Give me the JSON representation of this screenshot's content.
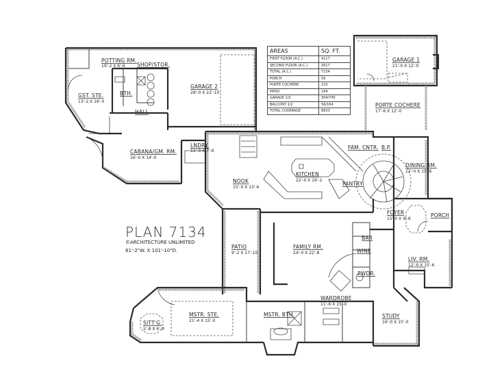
{
  "plan": {
    "title": "PLAN 7134",
    "copyright": "©ARCHITECTURE UNLIMITED",
    "overall_size": "81'-2\"W. X 101'-10\"D."
  },
  "areas_table": {
    "header": {
      "label": "AREAS",
      "value": "SQ. FT."
    },
    "rows": [
      {
        "label": "FIRST FLOOR (A.C.)",
        "value": "4117"
      },
      {
        "label": "SECOND FLOOR (A.C.)",
        "value": "3017"
      },
      {
        "label": "TOTAL (A.C.)",
        "value": "7134"
      },
      {
        "label": "PORCH",
        "value": "56"
      },
      {
        "label": "PORTE COCHERE",
        "value": "210"
      },
      {
        "label": "PATIO",
        "value": "164"
      },
      {
        "label": "GARAGE 1/2",
        "value": "304/745"
      },
      {
        "label": "BALCONY 1/2",
        "value": "56/164"
      },
      {
        "label": "TOTAL COVERAGE",
        "value": "8633"
      }
    ]
  },
  "rooms": {
    "potting": {
      "name": "POTTING RM.",
      "dim": "19'-2 X 6'-6"
    },
    "shop": {
      "name": "SHOP/STOR.",
      "dim": ""
    },
    "guest": {
      "name": "GST. STE.",
      "dim": "13'-2 X 16'-0"
    },
    "bath": {
      "name": "BTH.",
      "dim": ""
    },
    "hall": {
      "name": "HALL",
      "dim": ""
    },
    "garage2": {
      "name": "GARAGE 2",
      "dim": "28'-0 X 22'-10"
    },
    "garage1": {
      "name": "GARAGE 1",
      "dim": "21'-0 X 12'-0"
    },
    "porte": {
      "name": "PORTE COCHERE",
      "dim": "17'-6 X 12'-0"
    },
    "cabana": {
      "name": "CABANA/GM. RM.",
      "dim": "16'-0 X 14'-0"
    },
    "laundry": {
      "name": "LNDRY.",
      "dim": "11'-0 X 7'-6"
    },
    "nook": {
      "name": "NOOK",
      "dim": "15'-0 X 13'-6"
    },
    "kitchen": {
      "name": "KITCHEN",
      "dim": "22'-0 X 16'-2"
    },
    "famcntr": {
      "name": "FAM. CNTR.",
      "dim": ""
    },
    "pantry": {
      "name": "PANTRY",
      "dim": ""
    },
    "bp": {
      "name": "B.P.",
      "dim": ""
    },
    "dining": {
      "name": "DINING RM.",
      "dim": "12'-0 X 15'-6"
    },
    "foyer": {
      "name": "FOYER",
      "dim": "15'-0 X 9'-6"
    },
    "porch": {
      "name": "PORCH",
      "dim": ""
    },
    "patio": {
      "name": "PATIO",
      "dim": "9'-2 X 17'-10"
    },
    "family": {
      "name": "FAMILY RM.",
      "dim": "24'-0 X 22'-8"
    },
    "bar": {
      "name": "BAR",
      "dim": ""
    },
    "wine": {
      "name": "WINE",
      "dim": ""
    },
    "pwdr": {
      "name": "PWDR.",
      "dim": ""
    },
    "living": {
      "name": "LIV. RM.",
      "dim": "12'-0 X 15'-6"
    },
    "study": {
      "name": "STUDY",
      "dim": "16'-0 X 15'-0"
    },
    "wardrobe": {
      "name": "WARDROBE",
      "dim": "11'-6 X 15'-0"
    },
    "mbath": {
      "name": "MSTR. BTH.",
      "dim": ""
    },
    "msuite": {
      "name": "MSTR. STE.",
      "dim": "21'-4 X 15'-0"
    },
    "sitting": {
      "name": "SITT'G.",
      "dim": "5'-8 X 6'-0"
    }
  }
}
